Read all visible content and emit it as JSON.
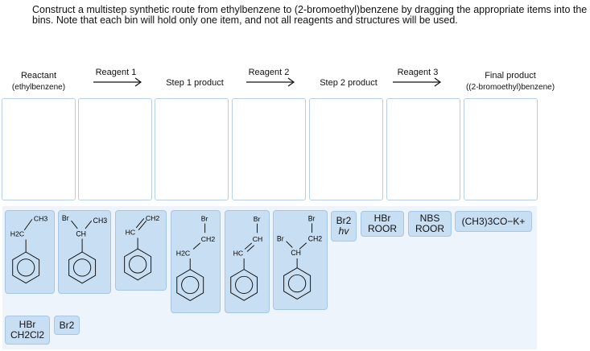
{
  "instructions": "Construct a multistep synthetic route from ethylbenzene to (2-bromoethyl)benzene by dragging the appropriate items into the bins. Note that each bin will hold only one item, and not all reagents and structures will be used.",
  "headers": {
    "reactant": "Reactant",
    "reactant_sub": "(ethylbenzene)",
    "reagent1": "Reagent 1",
    "step1": "Step 1 product",
    "reagent2": "Reagent 2",
    "step2": "Step 2 product",
    "reagent3": "Reagent 3",
    "final": "Final product",
    "final_sub": "((2-bromoethyl)benzene)"
  },
  "structures": {
    "ethylbenzene": {
      "ch3": "CH3",
      "h2c": "H2C"
    },
    "bromo1": {
      "br": "Br",
      "ch3": "CH3",
      "ch": "CH"
    },
    "styrene": {
      "ch2": "CH2",
      "hc": "HC"
    },
    "bromoethyl": {
      "br": "Br",
      "ch2": "CH2",
      "h2c": "H2C"
    },
    "vinylbromide": {
      "br": "Br",
      "ch": "CH",
      "hc": "HC"
    },
    "dibromo": {
      "br_top": "Br",
      "ch2": "CH2",
      "br_left": "Br",
      "ch": "CH"
    }
  },
  "reagents": {
    "br2_hv": {
      "line1": "Br2",
      "line2": "hv"
    },
    "hbr_roor": {
      "line1": "HBr",
      "line2": "ROOR"
    },
    "nbs_roor": {
      "line1": "NBS",
      "line2": "ROOR"
    },
    "tbuok": "(CH3)3CO−K+",
    "hbr_ch2cl2": {
      "line1": "HBr",
      "line2": "CH2Cl2"
    },
    "br2": "Br2"
  }
}
